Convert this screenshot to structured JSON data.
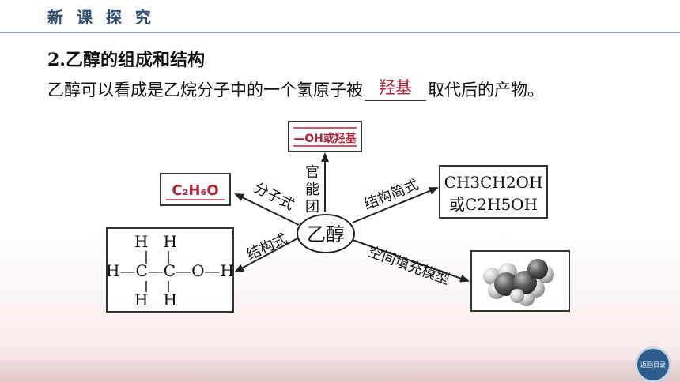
{
  "header": {
    "title": "新 课 探 究"
  },
  "section": {
    "title": "2.乙醇的组成和结构"
  },
  "sentence": {
    "before": "乙醇可以看成是乙烷分子中的一个氢原子被",
    "answer": "羟基",
    "after": "取代后的产物。"
  },
  "diagram": {
    "center": "乙醇",
    "functional_group": {
      "answer": "—OH或羟基",
      "label_chars": [
        "官",
        "能",
        "团"
      ]
    },
    "molecular_formula": {
      "label": "分子式",
      "answer": "C₂H₆O"
    },
    "structural_formula": {
      "label": "结构式",
      "rows": [
        [
          "",
          "",
          "H",
          "",
          "H",
          "",
          "",
          "",
          ""
        ],
        [
          "H",
          "—",
          "C",
          "—",
          "C",
          "—",
          "O",
          "—",
          "H"
        ],
        [
          "",
          "",
          "H",
          "",
          "H",
          "",
          "",
          "",
          ""
        ]
      ],
      "top_row": "H   H",
      "mid_row": "H—C—C—O—H",
      "bottom_row": "H   H"
    },
    "simplified_formula": {
      "label": "结构简式",
      "line1": "CH3CH2OH",
      "line2": "或C2H5OH"
    },
    "space_filling": {
      "label": "空间填充模型",
      "icon": "molecule-model-icon"
    }
  },
  "nav": {
    "label": "返回目录"
  },
  "colors": {
    "answer_red": "#b0243b",
    "header_blue": "#2f4f73",
    "nav_blue": "#2d5c8e"
  }
}
